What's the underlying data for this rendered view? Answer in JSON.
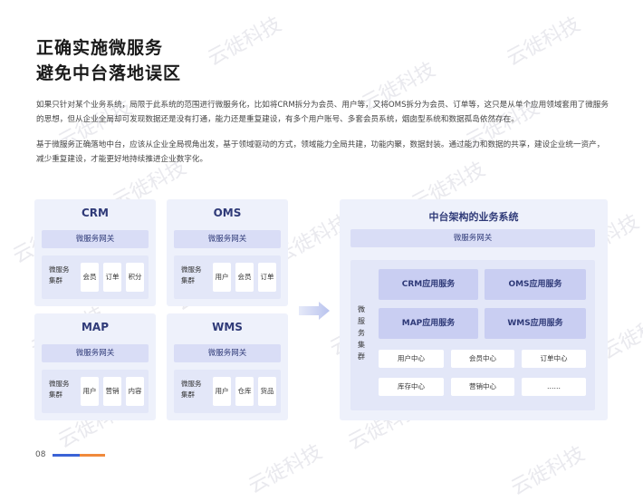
{
  "page": {
    "title_line1": "正确实施微服务",
    "title_line2": "避免中台落地误区",
    "paragraph1": "如果只针对某个业务系统，局限于此系统的范围进行微服务化，比如将CRM拆分为会员、用户等，又将OMS拆分为会员、订单等，这只是从单个应用领域套用了微服务的思想，但从企业全局却可发现数据还是没有打通，能力还是重复建设，有多个用户账号、多套会员系统，烟囱型系统和数据孤岛依然存在。",
    "paragraph2": "基于微服务正确落地中台，应该从企业全局视角出发，基于领域驱动的方式，领域能力全局共建，功能内聚，数据封装。通过能力和数据的共享，建设企业统一资产，减少重复建设，才能更好地持续推进企业数字化。",
    "page_number": "08",
    "watermark": "云徙科技"
  },
  "colors": {
    "accent_blue": "#3b63d6",
    "accent_orange": "#f08a3c"
  },
  "left_systems": [
    {
      "name": "CRM",
      "gateway": "微服务网关",
      "cluster_label": "微服务集群",
      "modules": [
        "会员",
        "订单",
        "积分"
      ]
    },
    {
      "name": "OMS",
      "gateway": "微服务网关",
      "cluster_label": "微服务集群",
      "modules": [
        "用户",
        "会员",
        "订单"
      ]
    },
    {
      "name": "MAP",
      "gateway": "微服务网关",
      "cluster_label": "微服务集群",
      "modules": [
        "用户",
        "营销",
        "内容"
      ]
    },
    {
      "name": "WMS",
      "gateway": "微服务网关",
      "cluster_label": "微服务集群",
      "modules": [
        "用户",
        "仓库",
        "货品"
      ]
    }
  ],
  "right_system": {
    "title": "中台架构的业务系统",
    "gateway": "微服务网关",
    "cluster_label": "微服务集群",
    "app_services": [
      "CRM应用服务",
      "OMS应用服务",
      "MAP应用服务",
      "WMS应用服务"
    ],
    "centers": [
      "用户中心",
      "会员中心",
      "订单中心",
      "库存中心",
      "营销中心",
      "……"
    ]
  }
}
